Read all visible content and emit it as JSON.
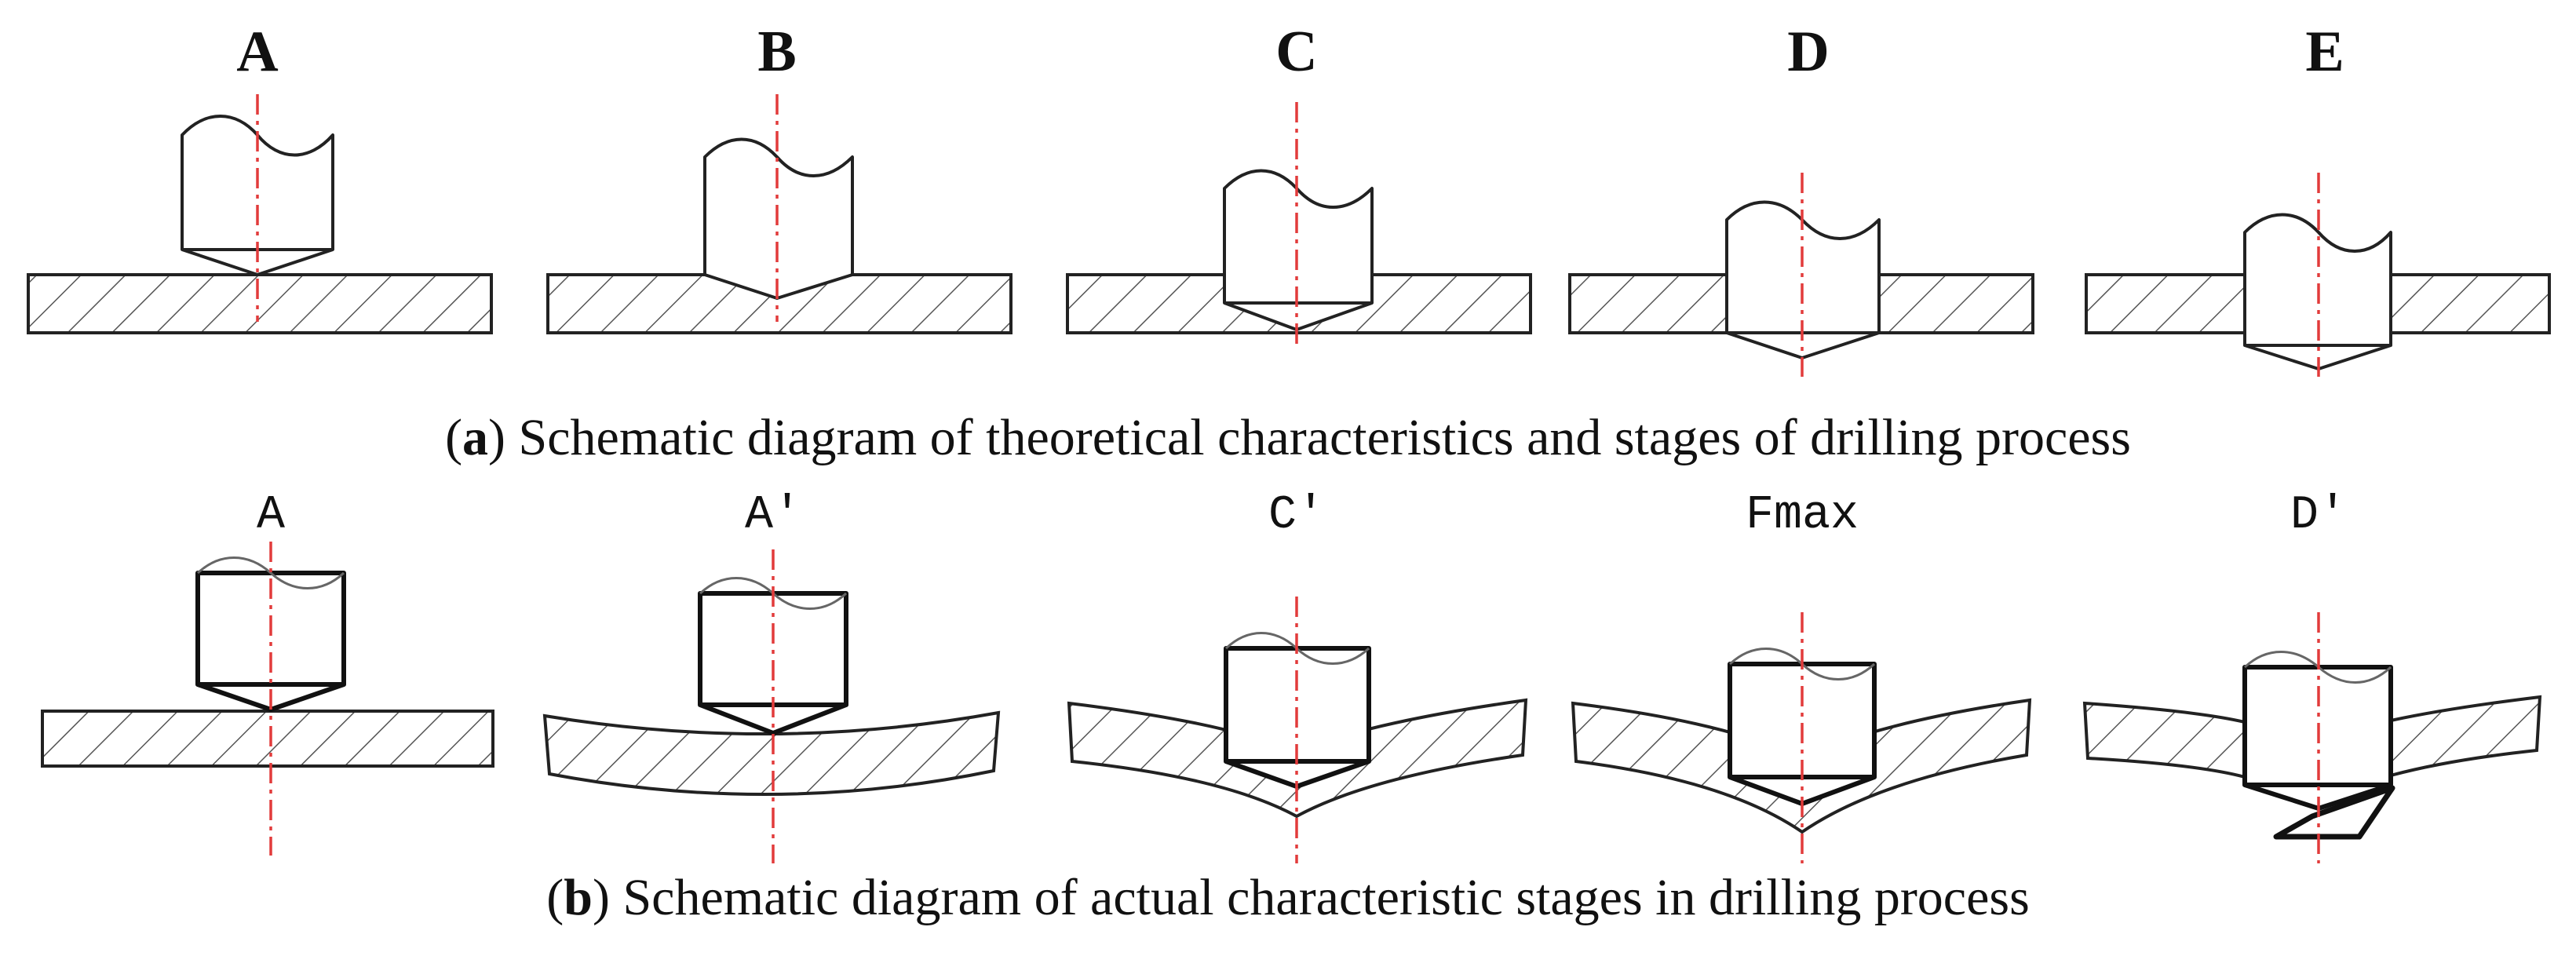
{
  "panel_a": {
    "stages": [
      {
        "label": "A"
      },
      {
        "label": "B"
      },
      {
        "label": "C"
      },
      {
        "label": "D"
      },
      {
        "label": "E"
      }
    ],
    "caption_letter": "a",
    "caption_text": " Schematic diagram of theoretical characteristics and stages of drilling process"
  },
  "panel_b": {
    "stages": [
      {
        "label": "A"
      },
      {
        "label": "A'"
      },
      {
        "label": "C'"
      },
      {
        "label": "Fmax"
      },
      {
        "label": "D'"
      }
    ],
    "caption_letter": "b",
    "caption_text": " Schematic diagram of actual characteristic stages in drilling process"
  },
  "colors": {
    "axis_line": "#e23b3b",
    "outline": "#222222",
    "background": "#ffffff"
  }
}
